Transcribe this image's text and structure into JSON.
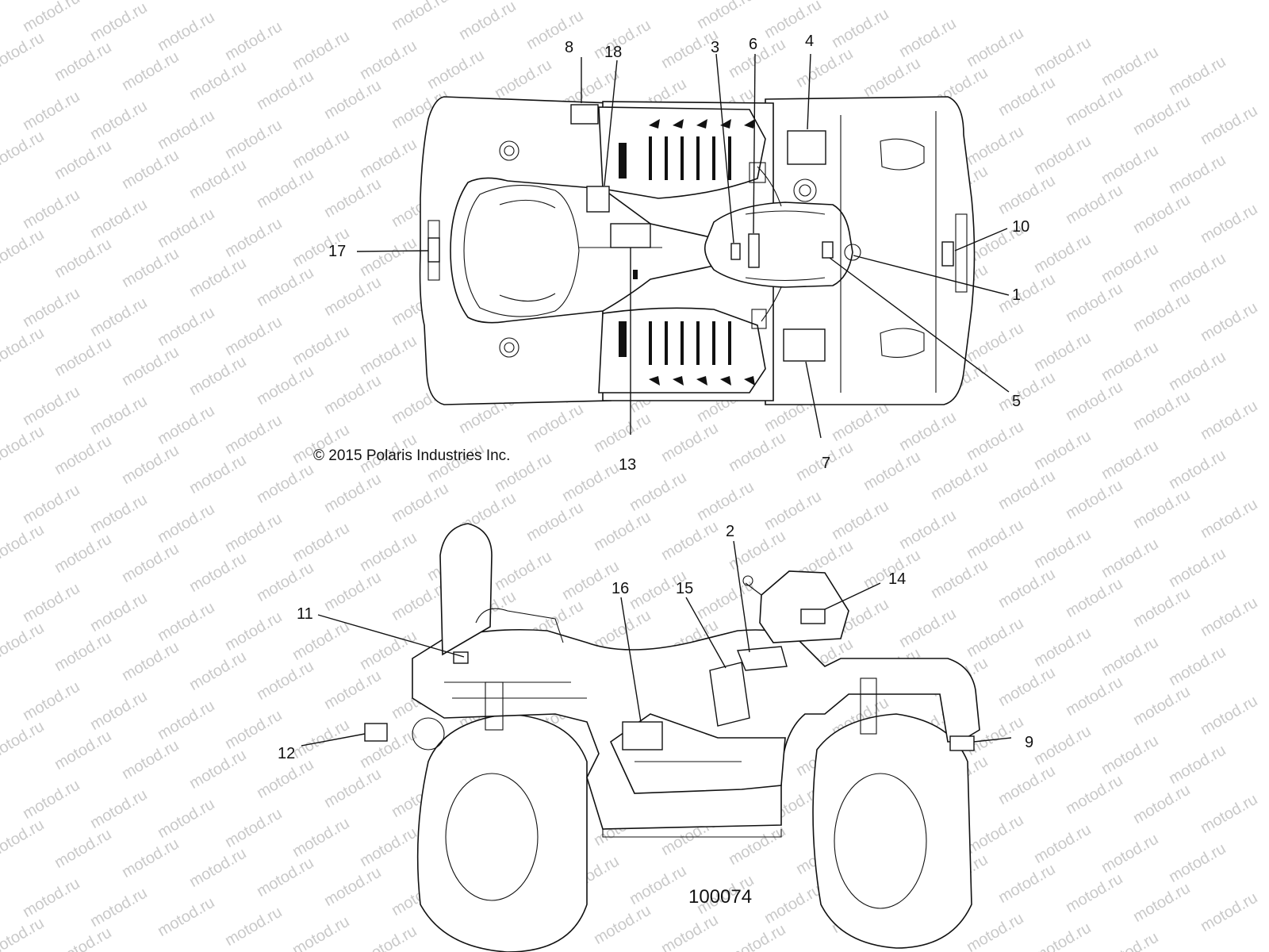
{
  "watermark": "motod.ru",
  "copyright": "© 2015  Polaris Industries Inc.",
  "figure_number": "100074",
  "callouts": {
    "c1": "1",
    "c2": "2",
    "c3": "3",
    "c4": "4",
    "c5": "5",
    "c6": "6",
    "c7": "7",
    "c8": "8",
    "c9": "9",
    "c10": "10",
    "c11": "11",
    "c12": "12",
    "c13": "13",
    "c14": "14",
    "c15": "15",
    "c16": "16",
    "c17": "17",
    "c18": "18"
  }
}
